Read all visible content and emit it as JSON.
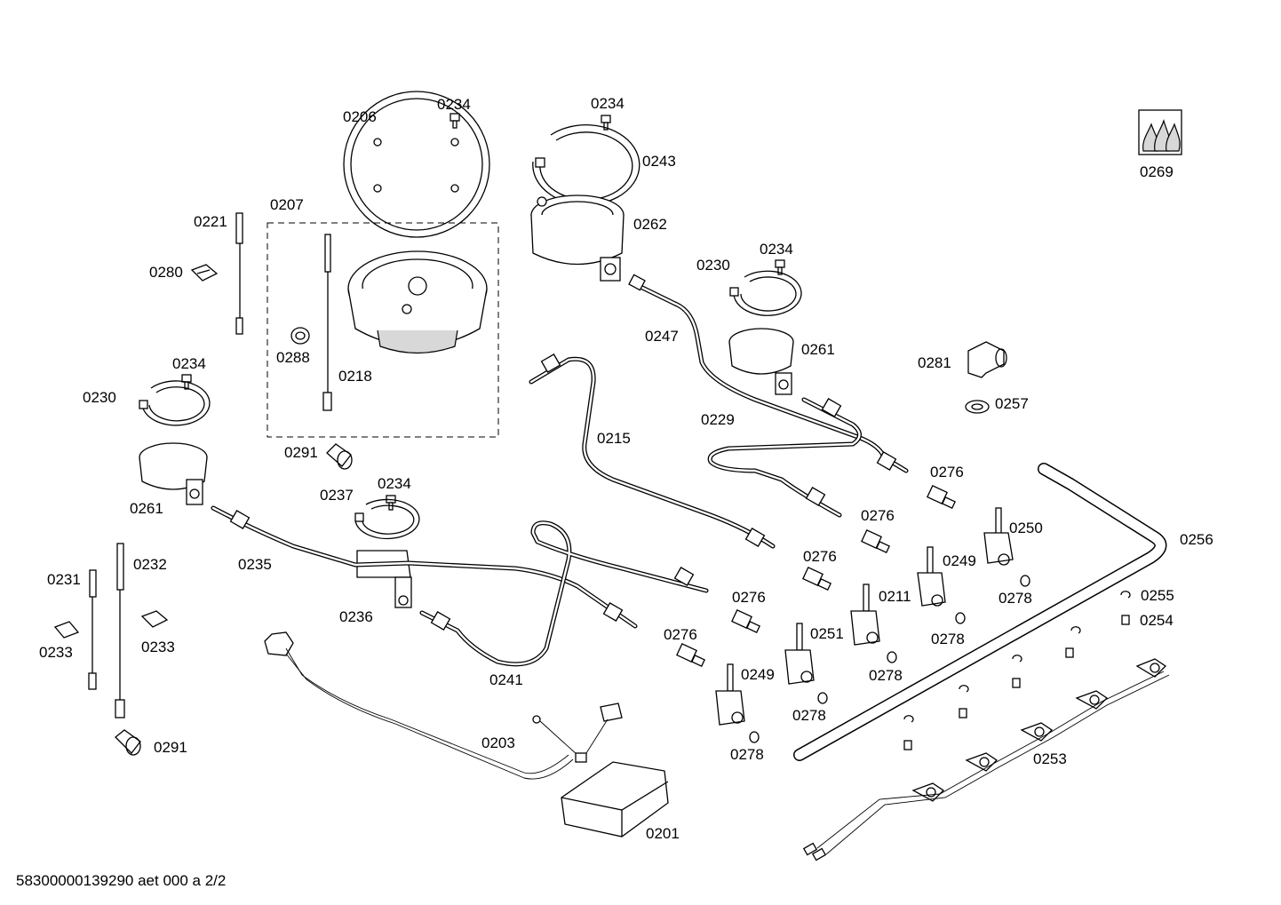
{
  "diagram": {
    "footer": "58300000139290 aet 000 a 2/2",
    "labels": {
      "p0206": "0206",
      "p0234_a": "0234",
      "p0234_b": "0234",
      "p0243": "0243",
      "p0269": "0269",
      "p0221": "0221",
      "p0207": "0207",
      "p0262": "0262",
      "p0230_a": "0230",
      "p0234_c": "0234",
      "p0280": "0280",
      "p0261_a": "0261",
      "p0281": "0281",
      "p0247": "0247",
      "p0288": "0288",
      "p0218": "0218",
      "p0234_d": "0234",
      "p0230_b": "0230",
      "p0257": "0257",
      "p0229": "0229",
      "p0215": "0215",
      "p0291_a": "0291",
      "p0276_a": "0276",
      "p0261_b": "0261",
      "p0237": "0237",
      "p0234_e": "0234",
      "p0276_b": "0276",
      "p0250": "0250",
      "p0256": "0256",
      "p0235": "0235",
      "p0276_c": "0276",
      "p0249_a": "0249",
      "p0231": "0231",
      "p0232": "0232",
      "p0211": "0211",
      "p0276_d": "0276",
      "p0278_a": "0278",
      "p0255": "0255",
      "p0236": "0236",
      "p0251": "0251",
      "p0254": "0254",
      "p0233_a": "0233",
      "p0233_b": "0233",
      "p0278_b": "0278",
      "p0276_e": "0276",
      "p0241": "0241",
      "p0249_b": "0249",
      "p0278_c": "0278",
      "p0278_d": "0278",
      "p0203": "0203",
      "p0278_e": "0278",
      "p0253": "0253",
      "p0291_b": "0291",
      "p0201": "0201"
    }
  }
}
